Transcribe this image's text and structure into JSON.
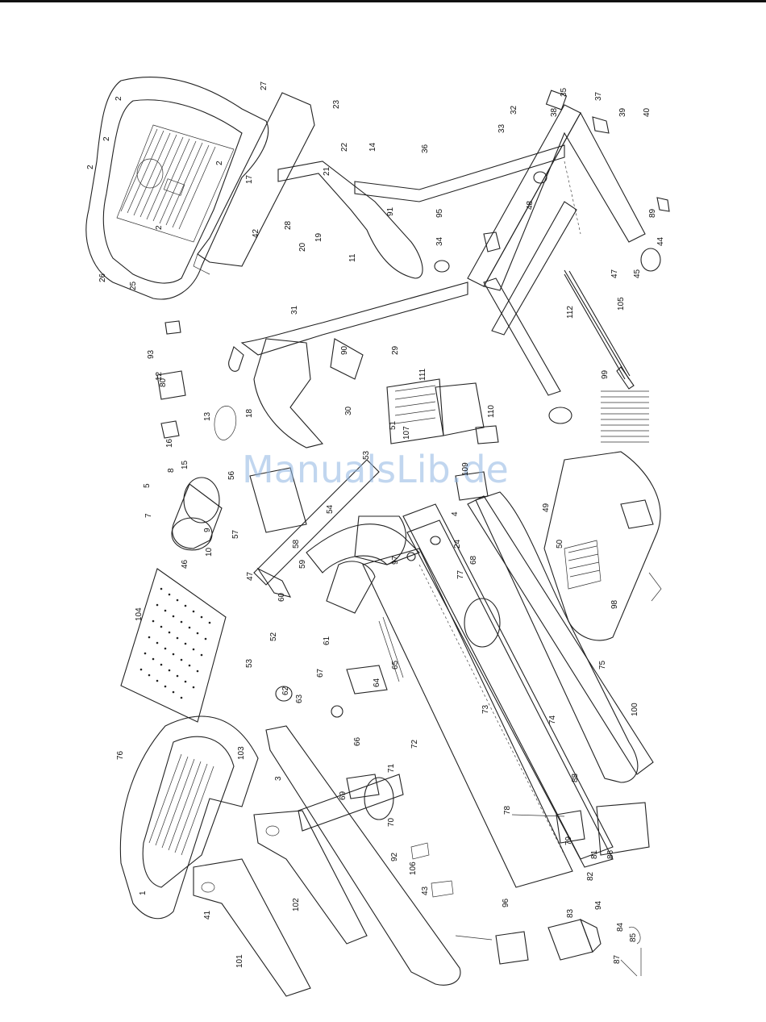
{
  "watermark": "ManualsLib.de",
  "callouts": [
    {
      "text": "2"
    },
    {
      "text": "2"
    },
    {
      "text": "2"
    },
    {
      "text": "2"
    },
    {
      "text": "2"
    },
    {
      "text": "27"
    },
    {
      "text": "23"
    },
    {
      "text": "25"
    },
    {
      "text": "26"
    },
    {
      "text": "17"
    },
    {
      "text": "22"
    },
    {
      "text": "21"
    },
    {
      "text": "14"
    },
    {
      "text": "36"
    },
    {
      "text": "33"
    },
    {
      "text": "32"
    },
    {
      "text": "38"
    },
    {
      "text": "35"
    },
    {
      "text": "37"
    },
    {
      "text": "39"
    },
    {
      "text": "40"
    },
    {
      "text": "28"
    },
    {
      "text": "20"
    },
    {
      "text": "19"
    },
    {
      "text": "42"
    },
    {
      "text": "11"
    },
    {
      "text": "91"
    },
    {
      "text": "95"
    },
    {
      "text": "34"
    },
    {
      "text": "48"
    },
    {
      "text": "89"
    },
    {
      "text": "44"
    },
    {
      "text": "47"
    },
    {
      "text": "45"
    },
    {
      "text": "112"
    },
    {
      "text": "105"
    },
    {
      "text": "31"
    },
    {
      "text": "90"
    },
    {
      "text": "29"
    },
    {
      "text": "93"
    },
    {
      "text": "12"
    },
    {
      "text": "80"
    },
    {
      "text": "13"
    },
    {
      "text": "16"
    },
    {
      "text": "18"
    },
    {
      "text": "30"
    },
    {
      "text": "111"
    },
    {
      "text": "110"
    },
    {
      "text": "107"
    },
    {
      "text": "51"
    },
    {
      "text": "99"
    },
    {
      "text": "15"
    },
    {
      "text": "8"
    },
    {
      "text": "5"
    },
    {
      "text": "7"
    },
    {
      "text": "9"
    },
    {
      "text": "10"
    },
    {
      "text": "46"
    },
    {
      "text": "56"
    },
    {
      "text": "57"
    },
    {
      "text": "58"
    },
    {
      "text": "54"
    },
    {
      "text": "53"
    },
    {
      "text": "109"
    },
    {
      "text": "49"
    },
    {
      "text": "4"
    },
    {
      "text": "50"
    },
    {
      "text": "24"
    },
    {
      "text": "77"
    },
    {
      "text": "68"
    },
    {
      "text": "97"
    },
    {
      "text": "59"
    },
    {
      "text": "104"
    },
    {
      "text": "47"
    },
    {
      "text": "60"
    },
    {
      "text": "52"
    },
    {
      "text": "53"
    },
    {
      "text": "61"
    },
    {
      "text": "67"
    },
    {
      "text": "62"
    },
    {
      "text": "63"
    },
    {
      "text": "64"
    },
    {
      "text": "65"
    },
    {
      "text": "66"
    },
    {
      "text": "69"
    },
    {
      "text": "70"
    },
    {
      "text": "71"
    },
    {
      "text": "98"
    },
    {
      "text": "75"
    },
    {
      "text": "100"
    },
    {
      "text": "73"
    },
    {
      "text": "74"
    },
    {
      "text": "72"
    },
    {
      "text": "76"
    },
    {
      "text": "103"
    },
    {
      "text": "3"
    },
    {
      "text": "88"
    },
    {
      "text": "78"
    },
    {
      "text": "79"
    },
    {
      "text": "81"
    },
    {
      "text": "86"
    },
    {
      "text": "82"
    },
    {
      "text": "83"
    },
    {
      "text": "84"
    },
    {
      "text": "85"
    },
    {
      "text": "87"
    },
    {
      "text": "92"
    },
    {
      "text": "106"
    },
    {
      "text": "43"
    },
    {
      "text": "1"
    },
    {
      "text": "41"
    },
    {
      "text": "102"
    },
    {
      "text": "101"
    },
    {
      "text": "96"
    },
    {
      "text": "94"
    }
  ]
}
